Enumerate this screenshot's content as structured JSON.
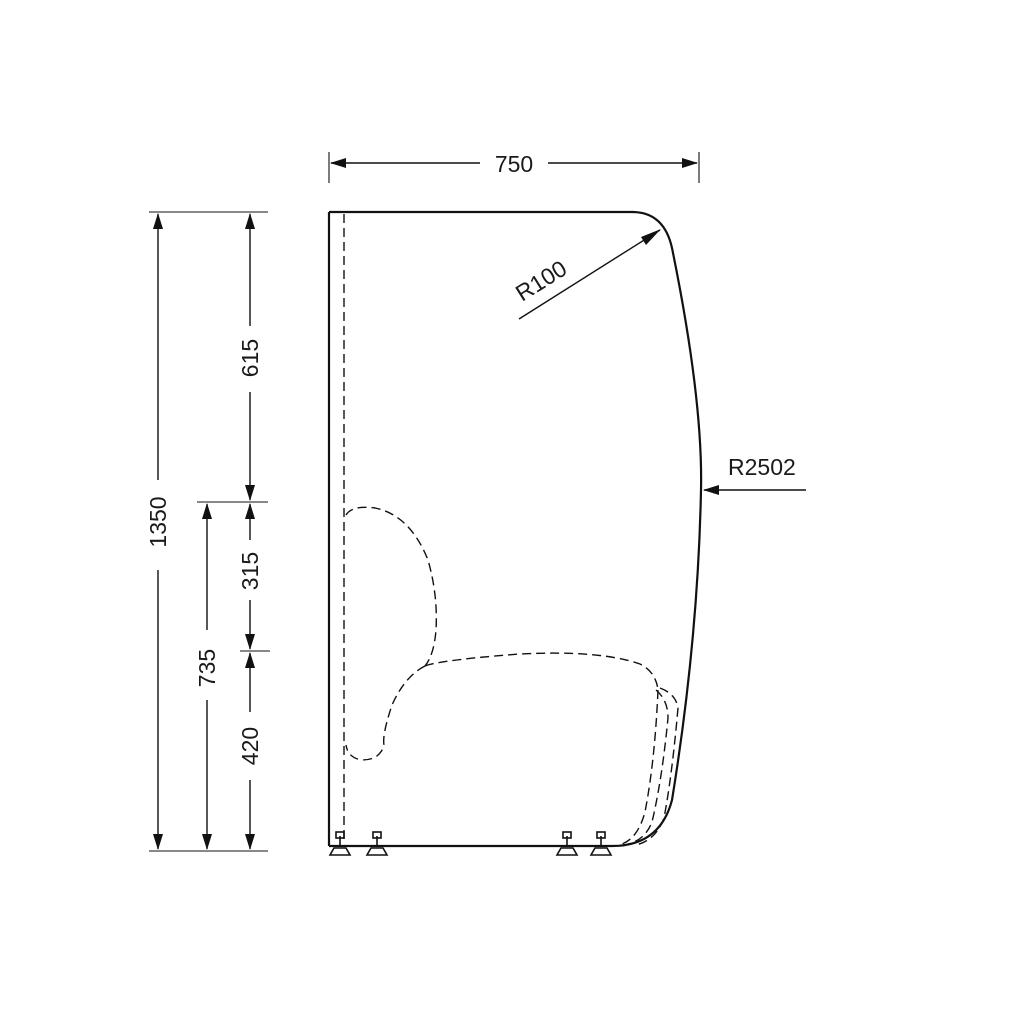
{
  "dimensions": {
    "overall_width": "750",
    "overall_height": "1350",
    "upper_height": "615",
    "middle_height": "315",
    "lower_height": "420",
    "seat_height_total": "735",
    "corner_radius": "R100",
    "side_radius": "R2502"
  },
  "colors": {
    "line": "#111111",
    "background": "#ffffff"
  }
}
